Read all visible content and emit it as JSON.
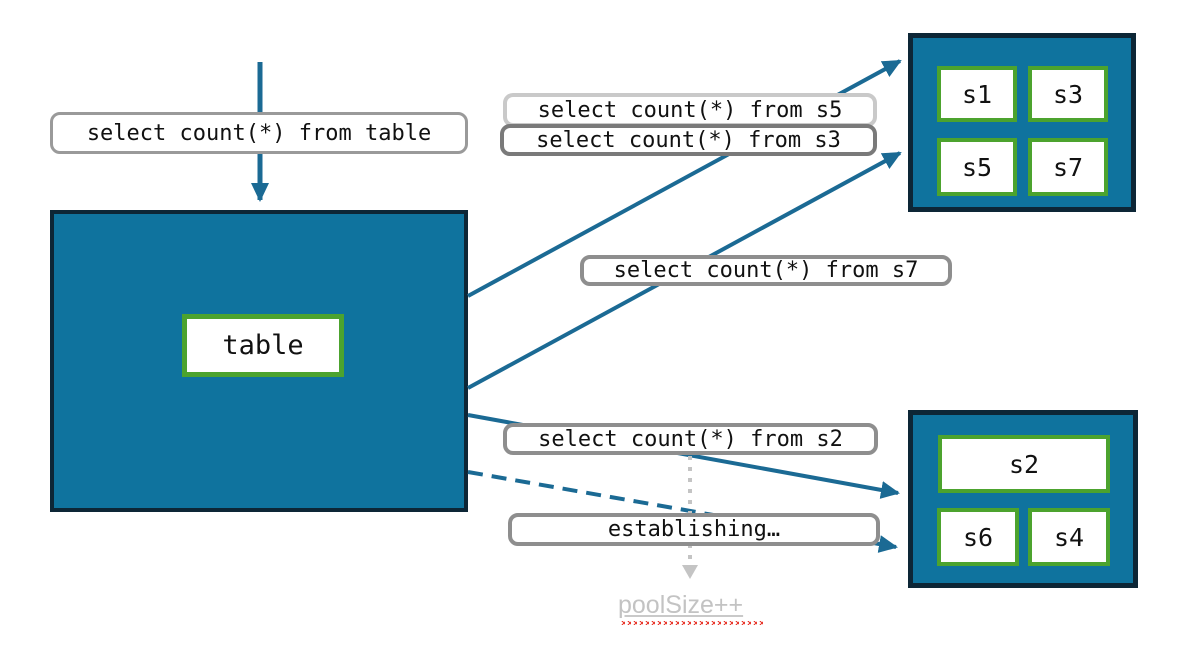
{
  "diagram": {
    "source": {
      "label": "table"
    },
    "labels": {
      "query_table": "select count(*) from table",
      "query_s5": "select count(*) from s5",
      "query_s3": "select count(*) from s3",
      "query_s7": "select count(*) from s7",
      "query_s2": "select count(*) from s2",
      "establishing": "establishing…",
      "pool_size": "poolSize++"
    },
    "shard_groups": {
      "top": [
        "s1",
        "s3",
        "s5",
        "s7"
      ],
      "bottom": [
        "s2",
        "s6",
        "s4"
      ]
    },
    "colors": {
      "box_fill_teal": "#0f739e",
      "box_border_navy": "#0d2636",
      "shard_border_green": "#4ca32e",
      "arrow_teal": "#1b6a94",
      "label_border_gray": "#8e8e8e",
      "label_border_light_gray": "#c9c9c9",
      "label_border_dark_gray": "#7a7a7a",
      "dotted_arrow_gray": "#c4c4c4",
      "muted_gray_text": "#c3c3c3",
      "spellcheck_red": "#e8392e"
    }
  }
}
